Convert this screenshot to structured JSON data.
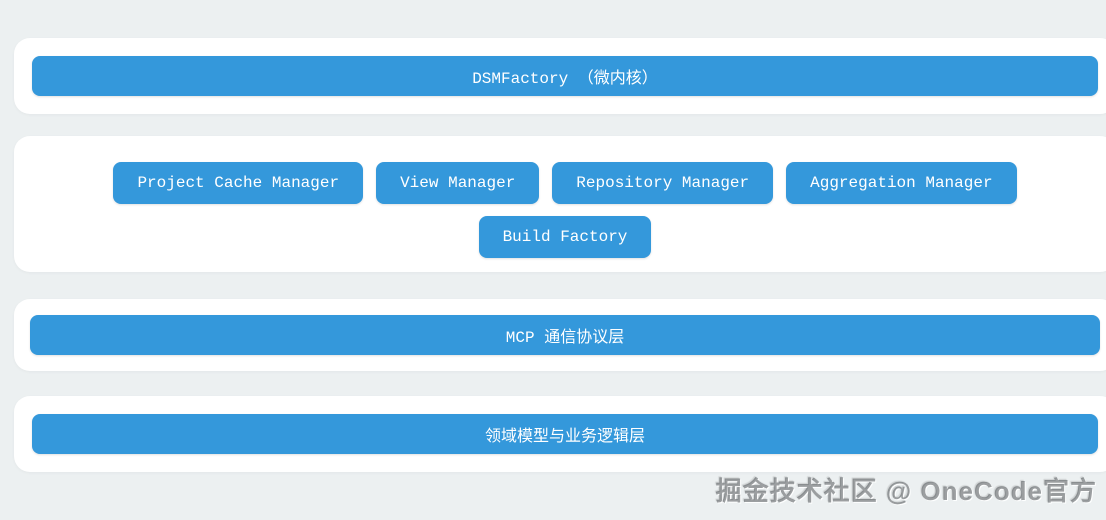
{
  "colors": {
    "background": "#ecf0f1",
    "card": "#ffffff",
    "accent_blue": "#3498db",
    "block_text": "#ffffff",
    "watermark_gray": "#606468"
  },
  "layers": {
    "kernel": {
      "label": "DSMFactory （微内核）"
    },
    "managers": {
      "project_cache": "Project Cache Manager",
      "view": "View Manager",
      "repository": "Repository Manager",
      "aggregation": "Aggregation Manager",
      "build_factory": "Build Factory"
    },
    "mcp": {
      "label": "MCP 通信协议层"
    },
    "domain": {
      "label": "领域模型与业务逻辑层"
    }
  },
  "watermark": "掘金技术社区 @ OneCode官方"
}
